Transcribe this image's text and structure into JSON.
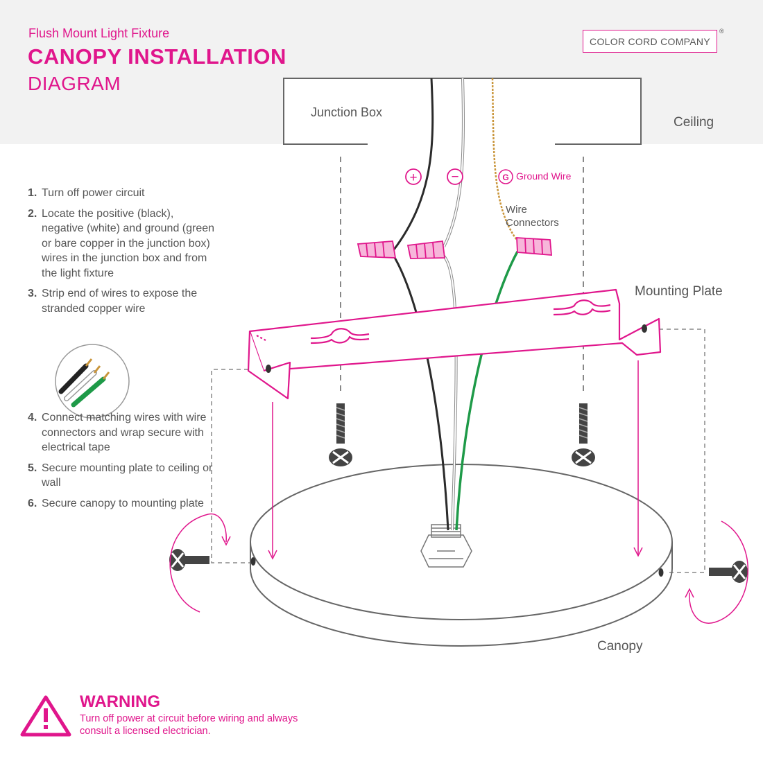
{
  "header": {
    "subtitle": "Flush Mount Light Fixture",
    "title": "CANOPY INSTALLATION",
    "title_line2": "DIAGRAM",
    "brand": "COLOR CORD COMPANY",
    "brand_mark": "®"
  },
  "labels": {
    "junction_box": "Junction Box",
    "ceiling": "Ceiling",
    "ground_symbol": "G",
    "ground_wire": "Ground Wire",
    "plus_symbol": "+",
    "minus_symbol": "−",
    "wire_connectors_1": "Wire",
    "wire_connectors_2": "Connectors",
    "mounting_plate": "Mounting Plate",
    "canopy": "Canopy"
  },
  "steps": [
    {
      "num": "1.",
      "text": "Turn off power circuit"
    },
    {
      "num": "2.",
      "text": "Locate the positive (black), negative (white) and ground (green or bare copper in the junction box) wires in the junction box and from the light fixture"
    },
    {
      "num": "3.",
      "text": "Strip end of wires to expose the stranded copper wire"
    },
    {
      "num": "4.",
      "text": "Connect matching wires with wire connectors and wrap secure with electrical tape"
    },
    {
      "num": "5.",
      "text": "Secure mounting plate to ceiling or wall"
    },
    {
      "num": "6.",
      "text": "Secure canopy to mounting plate"
    }
  ],
  "warning": {
    "title": "WARNING",
    "text": "Turn off power at circuit before wiring and always consult a licensed electrician."
  },
  "colors": {
    "accent": "#e0168c",
    "ground_wire": "#1e9a48",
    "copper": "#c9953a",
    "header_bg": "#f2f2f2",
    "outline": "#666666"
  }
}
